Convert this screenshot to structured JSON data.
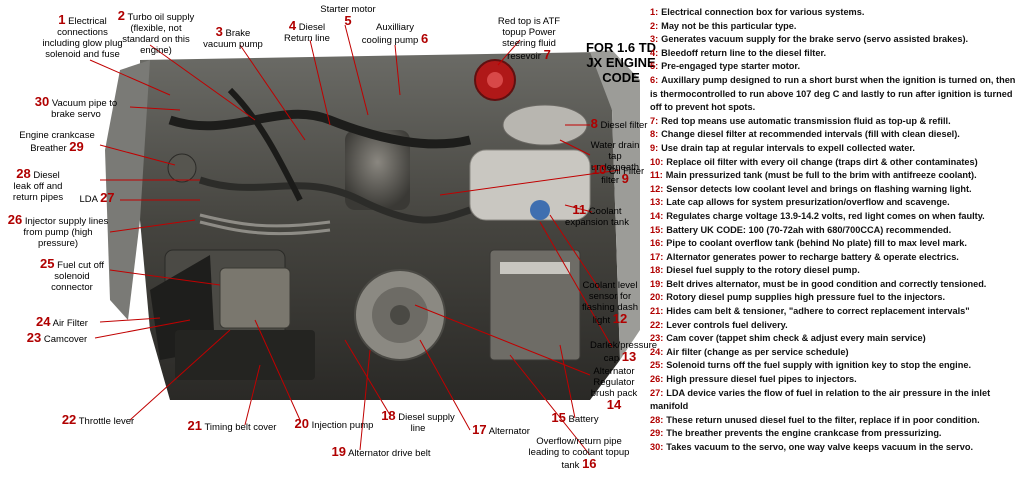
{
  "heading": [
    "FOR 1.6 TD",
    "JX ENGINE",
    "CODE"
  ],
  "callouts": [
    {
      "n": "1",
      "text": "Electrical connections including glow plug solenoid and fuse"
    },
    {
      "n": "2",
      "text": "Turbo oil supply (flexible, not standard on this engine)"
    },
    {
      "n": "3",
      "text": "Brake vacuum pump"
    },
    {
      "n": "4",
      "text": "Diesel Return line"
    },
    {
      "n": "5",
      "text": "Starter motor"
    },
    {
      "n": "6",
      "text": "Auxilliary cooling pump"
    },
    {
      "n": "7",
      "text": "Red top is ATF topup Power steering fluid resevoir"
    },
    {
      "n": "8",
      "text": "Diesel filter"
    },
    {
      "n": "9",
      "text": "Water drain tap underneath filter"
    },
    {
      "n": "10",
      "text": "Oil Filter"
    },
    {
      "n": "11",
      "text": "Coolant expansion tank"
    },
    {
      "n": "12",
      "text": "Coolant level sensor for flashing dash light"
    },
    {
      "n": "13",
      "text": "Darlek/pressure cap"
    },
    {
      "n": "14",
      "text": "Alternator Regulator brush pack"
    },
    {
      "n": "15",
      "text": "Battery"
    },
    {
      "n": "16",
      "text": "Overflow/return pipe leading to coolant topup tank"
    },
    {
      "n": "17",
      "text": "Alternator"
    },
    {
      "n": "18",
      "text": "Diesel supply line"
    },
    {
      "n": "19",
      "text": "Alternator drive belt"
    },
    {
      "n": "20",
      "text": "Injection pump"
    },
    {
      "n": "21",
      "text": "Timing belt cover"
    },
    {
      "n": "22",
      "text": "Throttle lever"
    },
    {
      "n": "23",
      "text": "Camcover"
    },
    {
      "n": "24",
      "text": "Air Filter"
    },
    {
      "n": "25",
      "text": "Fuel cut off solenoid connector"
    },
    {
      "n": "26",
      "text": "Injector supply lines from pump (high pressure)"
    },
    {
      "n": "27",
      "text": "LDA"
    },
    {
      "n": "28",
      "text": "Diesel leak off and return pipes"
    },
    {
      "n": "29",
      "text": "Engine crankcase Breather"
    },
    {
      "n": "30",
      "text": "Vacuum pipe to brake servo"
    }
  ],
  "legend": [
    {
      "n": "1:",
      "text": "Electrical connection box for various systems."
    },
    {
      "n": "2:",
      "text": "May not be this particular type."
    },
    {
      "n": "3:",
      "text": "Generates vacuum supply for the brake servo (servo assisted brakes)."
    },
    {
      "n": "4:",
      "text": "Bleedoff return line to the diesel filter."
    },
    {
      "n": "5:",
      "text": "Pre-engaged type starter motor."
    },
    {
      "n": "6:",
      "text": "Auxillary pump designed to run a short burst when the ignition is turned on, then is thermocontrolled to run above 107 deg C and lastly to run after ignition is turned off to prevent hot spots."
    },
    {
      "n": "7:",
      "text": "Red top means use automatic transmission fluid as top-up & refill."
    },
    {
      "n": "8:",
      "text": "Change diesel filter at recommended intervals (fill with clean diesel)."
    },
    {
      "n": "9:",
      "text": "Use drain tap at regular intervals to expell collected water."
    },
    {
      "n": "10:",
      "text": "Replace oil filter with every oil change (traps dirt & other contaminates)"
    },
    {
      "n": "11:",
      "text": "Main pressurized tank (must be full to the brim with antifreeze coolant)."
    },
    {
      "n": "12:",
      "text": "Sensor detects low coolant level and brings on flashing warning light."
    },
    {
      "n": "13:",
      "text": "Late cap allows for system presurization/overflow and scavenge."
    },
    {
      "n": "14:",
      "text": "Regulates charge voltage 13.9-14.2 volts, red light comes on when faulty."
    },
    {
      "n": "15:",
      "text": "Battery UK CODE: 100 (70-72ah with 680/700CCA) recommended."
    },
    {
      "n": "16:",
      "text": "Pipe to coolant overflow tank (behind No plate) fill to max level mark."
    },
    {
      "n": "17:",
      "text": "Alternator generates power to recharge battery & operate electrics."
    },
    {
      "n": "18:",
      "text": "Diesel fuel supply to the rotory diesel pump."
    },
    {
      "n": "19:",
      "text": "Belt drives alternator, must be in good condition and correctly tensioned."
    },
    {
      "n": "20:",
      "text": "Rotory diesel pump supplies high pressure fuel to the injectors."
    },
    {
      "n": "21:",
      "text": "Hides cam belt & tensioner, \"adhere to correct replacement intervals\""
    },
    {
      "n": "22:",
      "text": "Lever controls fuel delivery."
    },
    {
      "n": "23:",
      "text": "Cam cover (tappet shim check & adjust every main service)"
    },
    {
      "n": "24:",
      "text": "Air filter (change as per service schedule)"
    },
    {
      "n": "25:",
      "text": "Solenoid turns off the fuel supply with ignition key to stop the engine."
    },
    {
      "n": "26:",
      "text": "High pressure diesel fuel pipes to injectors."
    },
    {
      "n": "27:",
      "text": "LDA device varies the flow of fuel in relation to the air pressure in the inlet manifold"
    },
    {
      "n": "28:",
      "text": "These return unused diesel fuel to the filter, replace if in poor condition."
    },
    {
      "n": "29:",
      "text": "The breather prevents the engine crankcase from pressurizing."
    },
    {
      "n": "30:",
      "text": "Takes vacuum to the servo, one way valve keeps vacuum in the servo."
    }
  ]
}
